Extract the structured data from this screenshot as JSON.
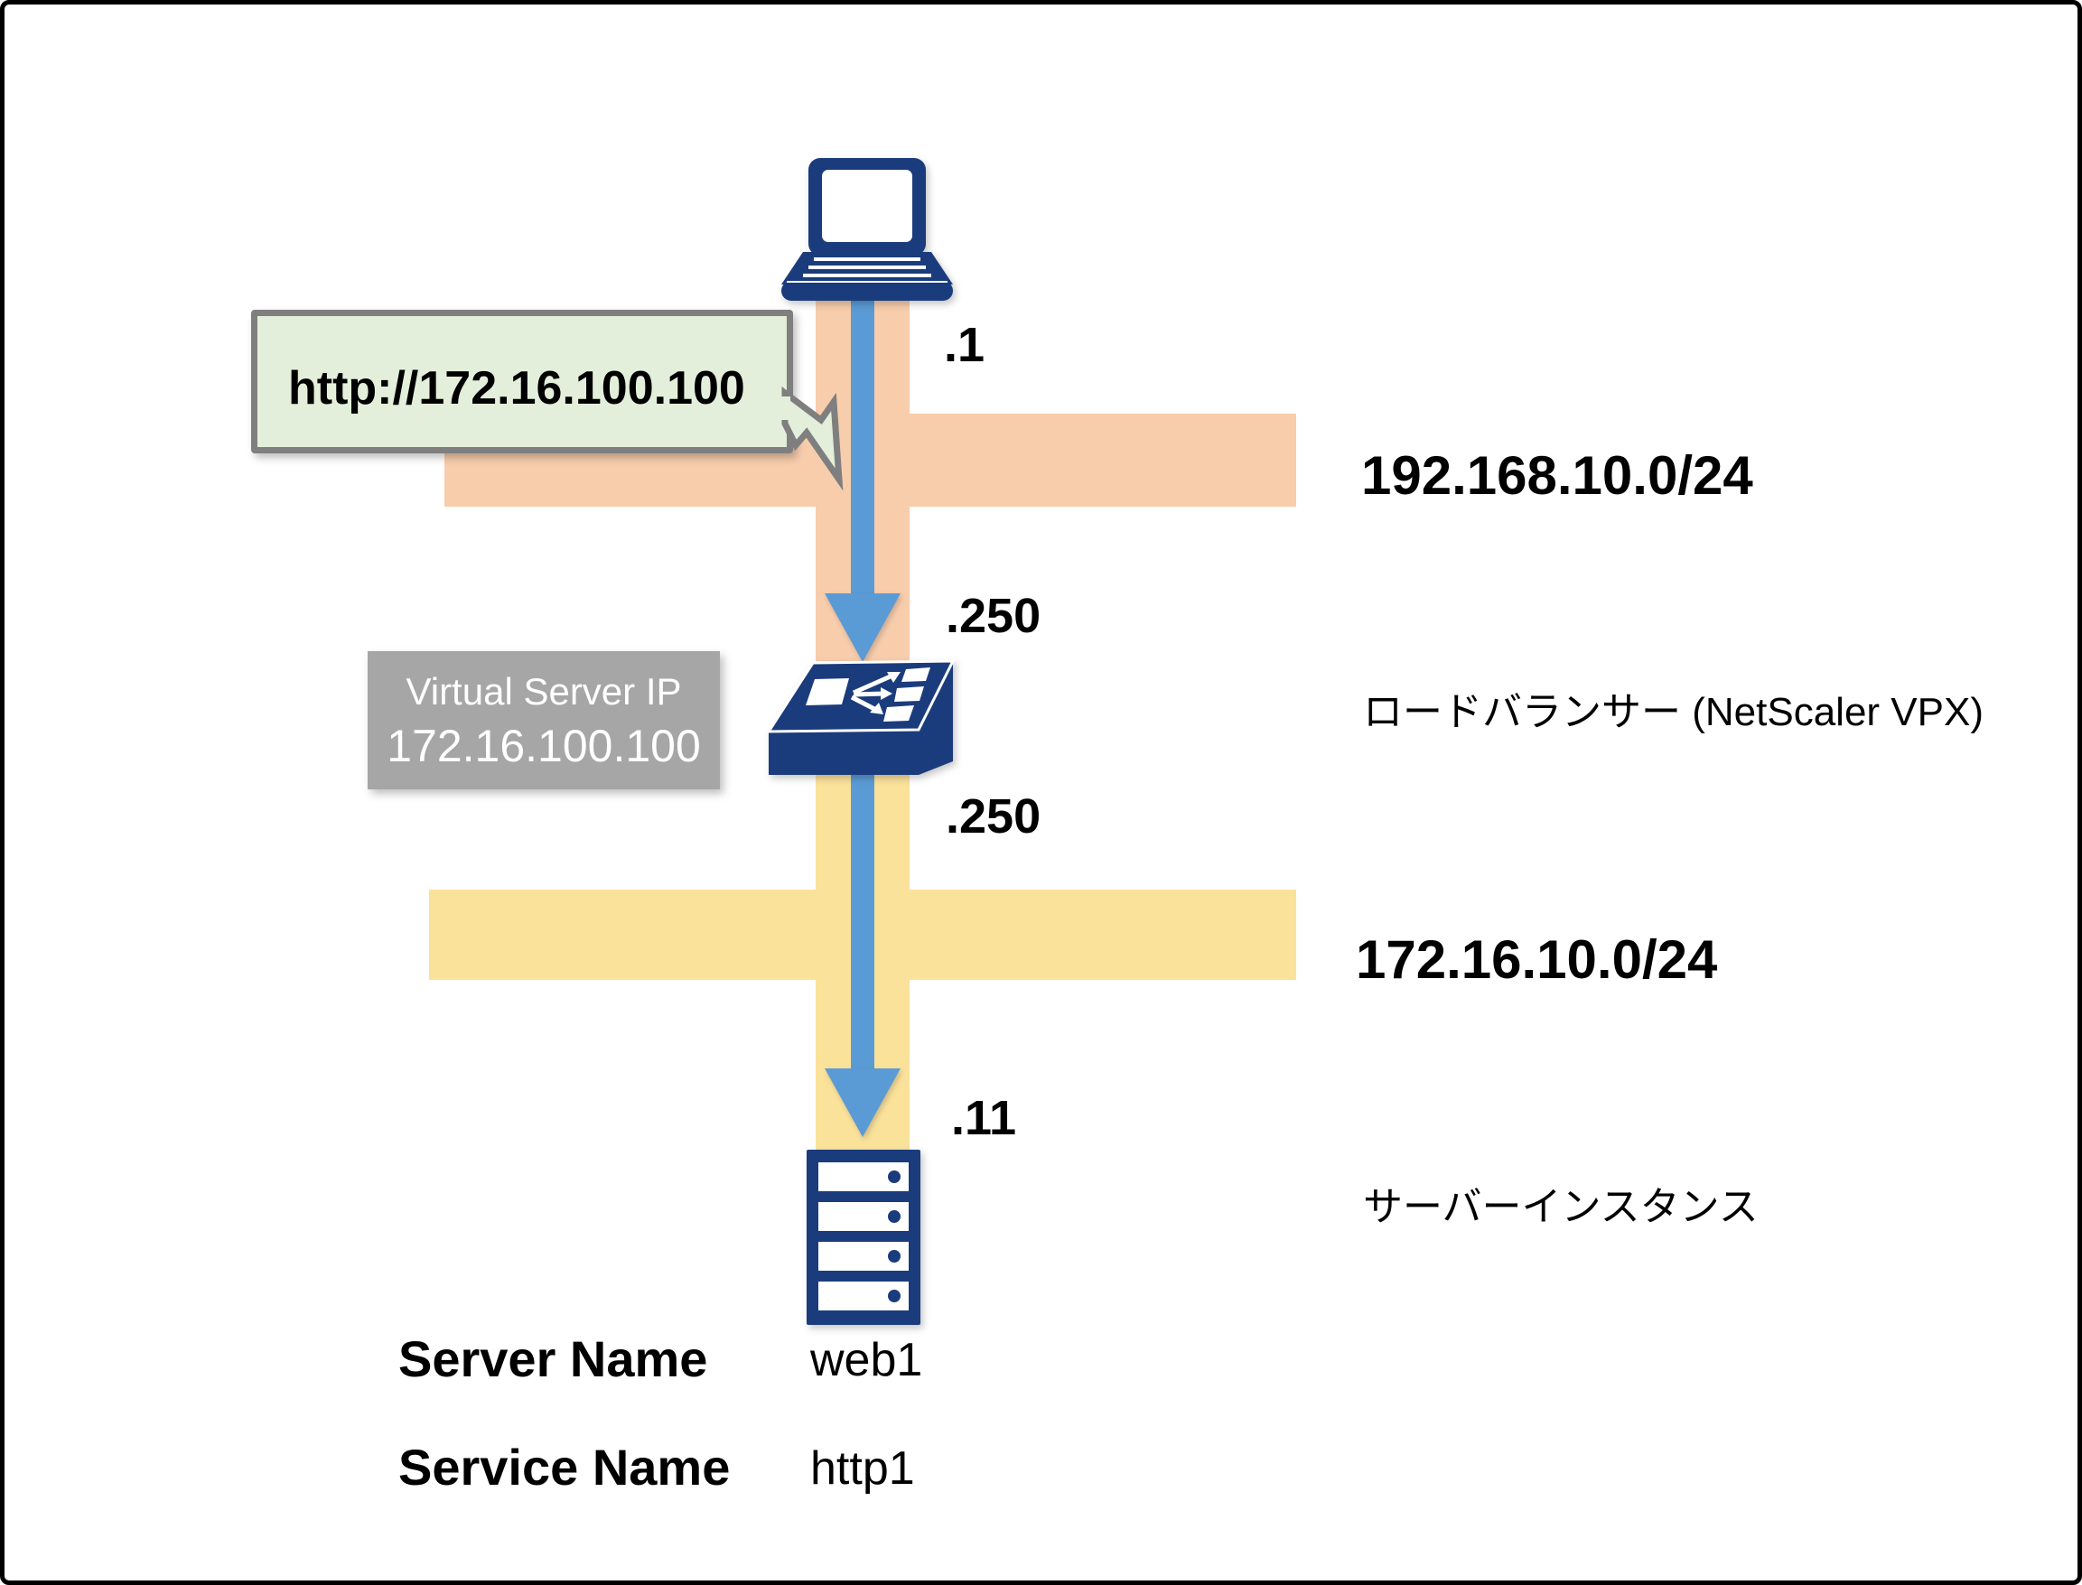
{
  "colors": {
    "device_navy": "#1b3c7c",
    "arrow_blue": "#5b9bd5",
    "frontend_band": "#f7cdac",
    "backend_band": "#fbe29b",
    "bubble_fill": "#e3efda",
    "bubble_border": "#7f7f7f",
    "vip_box_bg": "#a6a6a6",
    "frame": "#000000"
  },
  "client": {
    "bubble_text": "http://172.16.100.100",
    "interface_label": ".1"
  },
  "frontend_network": {
    "cidr": "192.168.10.0/24"
  },
  "backend_network": {
    "cidr": "172.16.10.0/24"
  },
  "load_balancer": {
    "label": "ロードバランサー (NetScaler VPX)",
    "frontend_interface": ".250",
    "backend_interface": ".250",
    "vip_line1": "Virtual Server IP",
    "vip_line2": "172.16.100.100"
  },
  "server": {
    "label": "サーバーインスタンス",
    "interface_label": ".11",
    "rows": [
      {
        "key": "Server Name",
        "value": "web1"
      },
      {
        "key": "Service Name",
        "value": "http1"
      }
    ]
  }
}
